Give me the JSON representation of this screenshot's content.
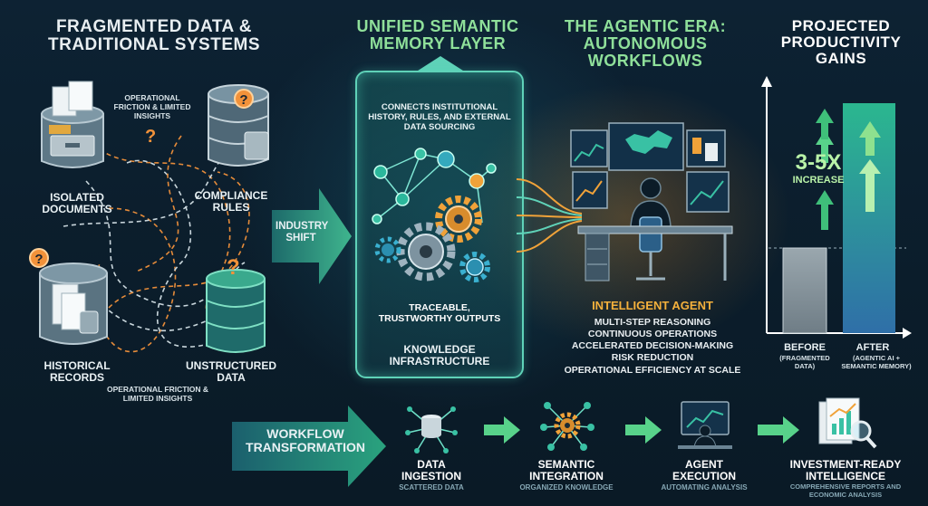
{
  "left": {
    "title": "FRAGMENTED DATA & TRADITIONAL SYSTEMS",
    "friction_top": "OPERATIONAL FRICTION & LIMITED INSIGHTS",
    "friction_bottom": "OPERATIONAL FRICTION & LIMITED INSIGHTS",
    "isolated": "ISOLATED DOCUMENTS",
    "compliance": "COMPLIANCE RULES",
    "historical": "HISTORICAL RECORDS",
    "unstructured": "UNSTRUCTURED DATA",
    "qmark": "?"
  },
  "shift": {
    "label": "INDUSTRY SHIFT"
  },
  "middle": {
    "title": "UNIFIED SEMANTIC MEMORY LAYER",
    "connects": "CONNECTS INSTITUTIONAL HISTORY, RULES, AND EXTERNAL DATA SOURCING",
    "traceable": "TRACEABLE, TRUSTWORTHY OUTPUTS",
    "knowledge": "KNOWLEDGE INFRASTRUCTURE"
  },
  "agentic": {
    "title": "THE AGENTIC ERA: AUTONOMOUS WORKFLOWS",
    "agent_title": "INTELLIGENT AGENT",
    "features": [
      "MULTI-STEP REASONING",
      "CONTINUOUS OPERATIONS",
      "ACCELERATED DECISION-MAKING",
      "RISK REDUCTION",
      "OPERATIONAL EFFICIENCY AT SCALE"
    ]
  },
  "gains": {
    "title": "PROJECTED PRODUCTIVITY GAINS",
    "multiplier": "3-5X",
    "increase": "INCREASE",
    "before": "BEFORE",
    "before_sub": "(FRAGMENTED DATA)",
    "after": "AFTER",
    "after_sub": "(AGENTIC AI + SEMANTIC MEMORY)"
  },
  "workflow": {
    "label": "WORKFLOW TRANSFORMATION",
    "steps": [
      {
        "title": "DATA INGESTION",
        "sub": "SCATTERED DATA"
      },
      {
        "title": "SEMANTIC INTEGRATION",
        "sub": "ORGANIZED KNOWLEDGE"
      },
      {
        "title": "AGENT EXECUTION",
        "sub": "AUTOMATING ANALYSIS"
      },
      {
        "title": "INVESTMENT-READY INTELLIGENCE",
        "sub": "COMPREHENSIVE REPORTS AND ECONOMIC ANALYSIS"
      }
    ]
  },
  "colors": {
    "accent_green": "#8fe09a",
    "accent_orange": "#f2923a",
    "teal": "#5fd2b8"
  }
}
